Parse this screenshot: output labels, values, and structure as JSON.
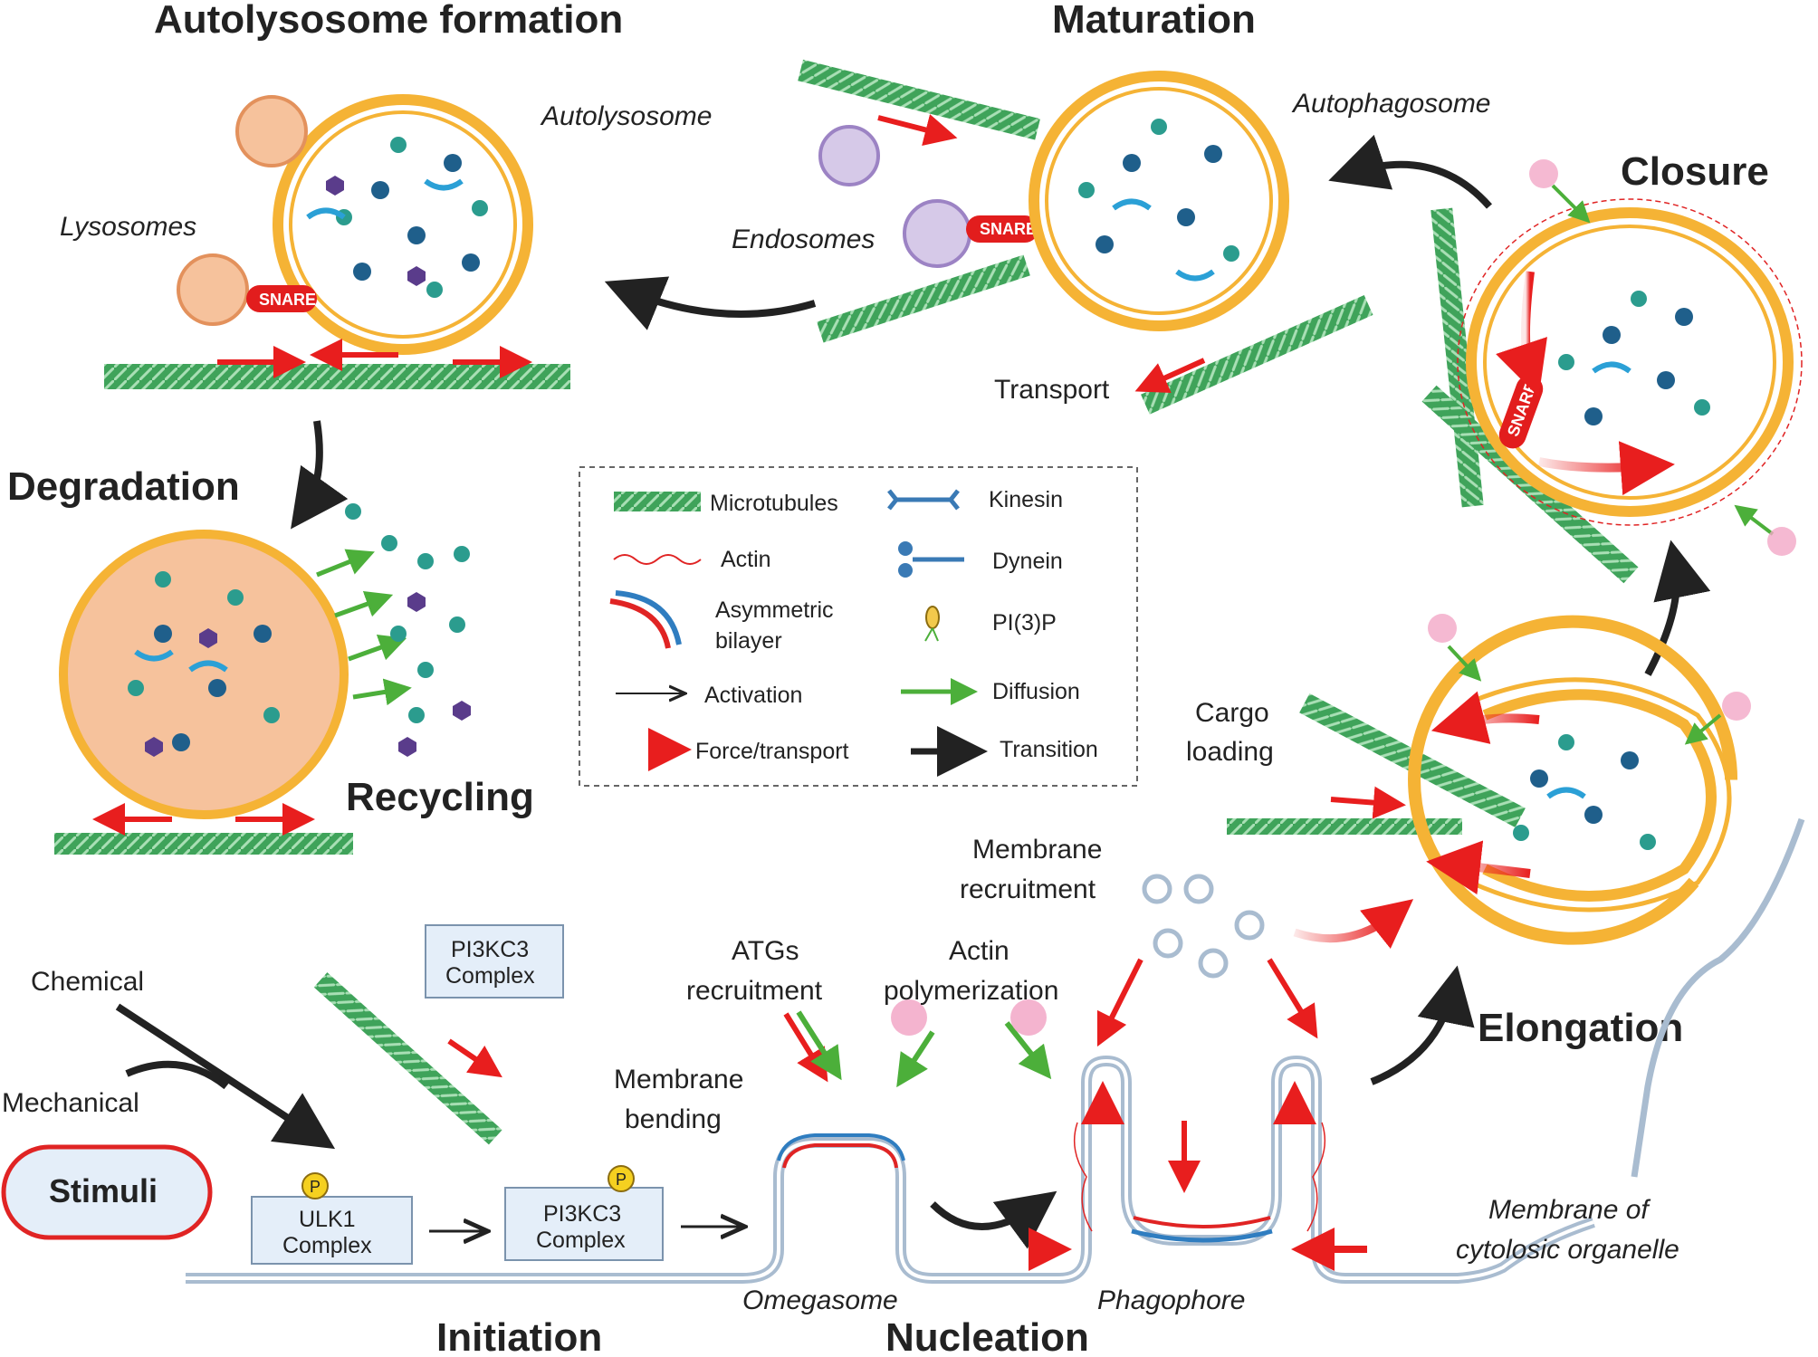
{
  "stages": {
    "autolysosome_formation": "Autolysosome formation",
    "maturation": "Maturation",
    "closure": "Closure",
    "degradation": "Degradation",
    "recycling": "Recycling",
    "elongation": "Elongation",
    "initiation": "Initiation",
    "nucleation": "Nucleation"
  },
  "labels": {
    "autolysosome": "Autolysosome",
    "lysosomes": "Lysosomes",
    "endosomes": "Endosomes",
    "autophagosome": "Autophagosome",
    "transport": "Transport",
    "snare": "SNARE",
    "cargo_loading_1": "Cargo",
    "cargo_loading_2": "loading",
    "membrane_recruitment_1": "Membrane",
    "membrane_recruitment_2": "recruitment",
    "atgs_recruitment_1": "ATGs",
    "atgs_recruitment_2": "recruitment",
    "actin_polymerization_1": "Actin",
    "actin_polymerization_2": "polymerization",
    "membrane_bending_1": "Membrane",
    "membrane_bending_2": "bending",
    "chemical": "Chemical",
    "mechanical": "Mechanical",
    "stimuli": "Stimuli",
    "omegasome": "Omegasome",
    "phagophore": "Phagophore",
    "membrane_organelle_1": "Membrane of",
    "membrane_organelle_2": "cytolosic organelle",
    "p_badge": "P"
  },
  "complexes": {
    "ulk1_1": "ULK1",
    "ulk1_2": "Complex",
    "pi3kc3_1": "PI3KC3",
    "pi3kc3_2": "Complex",
    "pi3kc3_top_1": "PI3KC3",
    "pi3kc3_top_2": "Complex"
  },
  "legend": {
    "microtubules": "Microtubules",
    "kinesin": "Kinesin",
    "actin": "Actin",
    "dynein": "Dynein",
    "asymmetric_1": "Asymmetric",
    "asymmetric_2": "bilayer",
    "pi3p": "PI(3)P",
    "activation": "Activation",
    "diffusion": "Diffusion",
    "force_transport": "Force/transport",
    "transition": "Transition"
  },
  "colors": {
    "microtubule": "#3fa35a",
    "actin": "#e02424",
    "membrane_orange": "#f5b335",
    "membrane_blue": "#2f7dc0",
    "lysosome_fill": "#f6c29c",
    "endosome_fill": "#d6c9e8",
    "stimuli_border": "#e02424",
    "complex_fill": "#e4eef9",
    "transition_arrow": "#222222",
    "diffusion_arrow": "#4caf3a",
    "force_arrow": "#e81e1e"
  }
}
